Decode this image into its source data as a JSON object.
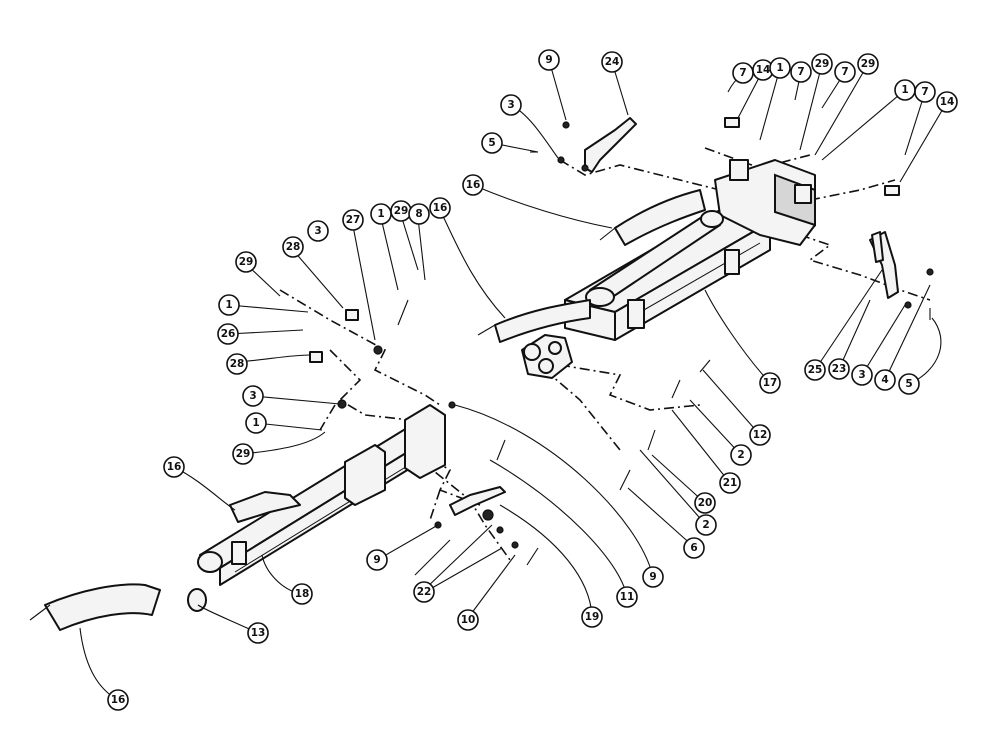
{
  "callouts": [
    {
      "label": "9"
    },
    {
      "label": "24"
    },
    {
      "label": "7"
    },
    {
      "label": "14"
    },
    {
      "label": "1"
    },
    {
      "label": "7"
    },
    {
      "label": "29"
    },
    {
      "label": "7"
    },
    {
      "label": "29"
    },
    {
      "label": "1"
    },
    {
      "label": "7"
    },
    {
      "label": "14"
    },
    {
      "label": "3"
    },
    {
      "label": "5"
    },
    {
      "label": "16"
    },
    {
      "label": "27"
    },
    {
      "label": "1"
    },
    {
      "label": "29"
    },
    {
      "label": "8"
    },
    {
      "label": "16"
    },
    {
      "label": "3"
    },
    {
      "label": "28"
    },
    {
      "label": "29"
    },
    {
      "label": "1"
    },
    {
      "label": "26"
    },
    {
      "label": "28"
    },
    {
      "label": "3"
    },
    {
      "label": "1"
    },
    {
      "label": "29"
    },
    {
      "label": "16"
    },
    {
      "label": "9"
    },
    {
      "label": "22"
    },
    {
      "label": "10"
    },
    {
      "label": "19"
    },
    {
      "label": "11"
    },
    {
      "label": "9"
    },
    {
      "label": "6"
    },
    {
      "label": "2"
    },
    {
      "label": "20"
    },
    {
      "label": "21"
    },
    {
      "label": "2"
    },
    {
      "label": "12"
    },
    {
      "label": "17"
    },
    {
      "label": "25"
    },
    {
      "label": "23"
    },
    {
      "label": "3"
    },
    {
      "label": "4"
    },
    {
      "label": "5"
    },
    {
      "label": "18"
    },
    {
      "label": "13"
    },
    {
      "label": "16"
    }
  ]
}
